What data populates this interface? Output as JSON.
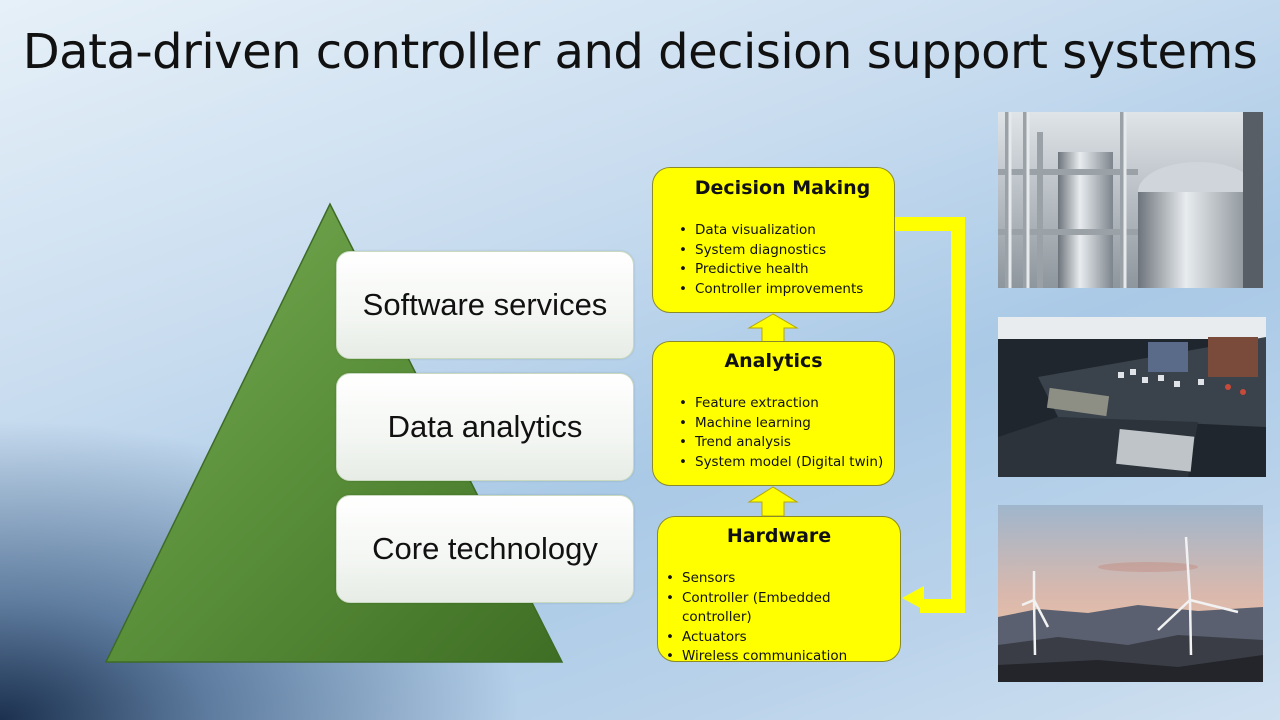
{
  "slide": {
    "title": "Data-driven controller and decision support systems"
  },
  "pyramid": {
    "layers": [
      {
        "label": "Software services"
      },
      {
        "label": "Data analytics"
      },
      {
        "label": "Core technology"
      }
    ],
    "color": "#5a8f3a"
  },
  "flow": {
    "decision_making": {
      "title": "Decision Making",
      "items": [
        "Data visualization",
        "System diagnostics",
        "Predictive health",
        "Controller improvements"
      ]
    },
    "analytics": {
      "title": "Analytics",
      "items": [
        "Feature extraction",
        "Machine learning",
        "Trend analysis",
        "System model  (Digital twin)"
      ]
    },
    "hardware": {
      "title": "Hardware",
      "items": [
        "Sensors",
        "Controller (Embedded controller)",
        "Actuators",
        "Wireless communication"
      ]
    },
    "box_color": "#ffff00"
  },
  "photos": [
    {
      "subject": "industrial plant pipes"
    },
    {
      "subject": "control panel"
    },
    {
      "subject": "wind turbines at sunset"
    }
  ]
}
